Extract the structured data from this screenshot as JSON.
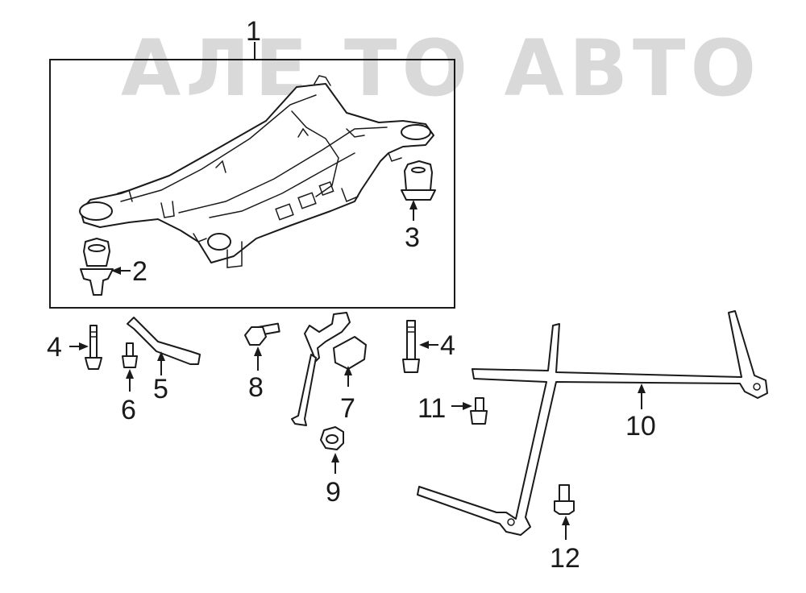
{
  "watermark": "АЛЕ ТО АВТО",
  "callouts": {
    "c1": "1",
    "c2": "2",
    "c3": "3",
    "c4a": "4",
    "c4b": "4",
    "c5": "5",
    "c6": "6",
    "c7": "7",
    "c8": "8",
    "c9": "9",
    "c10": "10",
    "c11": "11",
    "c12": "12"
  },
  "colors": {
    "line": "#1a1a1a",
    "watermark": "#d9d9d9",
    "background": "#ffffff"
  }
}
